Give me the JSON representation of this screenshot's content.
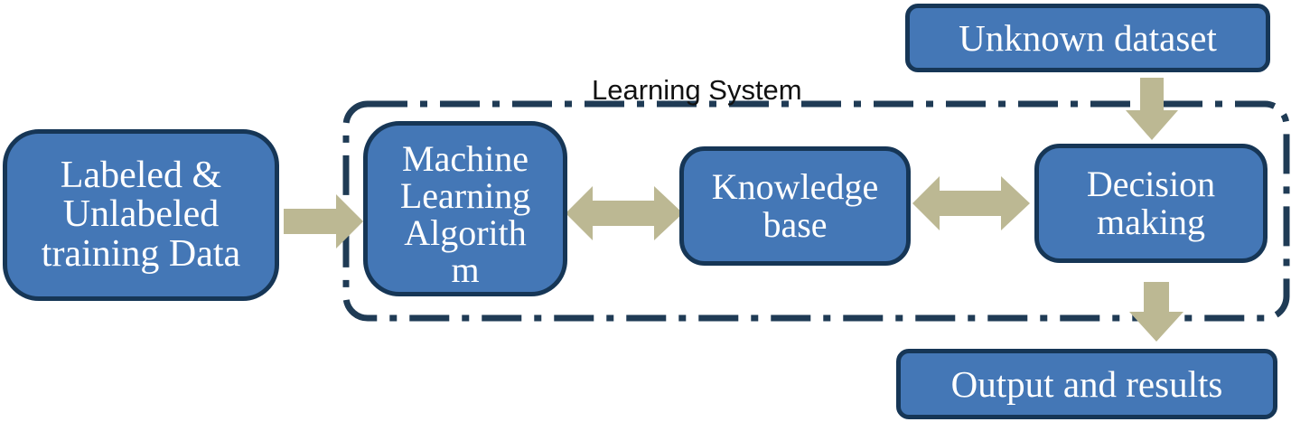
{
  "diagram": {
    "boundary_label": "Learning System",
    "nodes": {
      "training_data": "Labeled &\nUnlabeled\ntraining Data",
      "ml_algorithm": "Machine\nLearning\nAlgorith\nm",
      "knowledge_base": "Knowledge\nbase",
      "decision_making": "Decision\nmaking",
      "unknown_dataset": "Unknown dataset",
      "output_results": "Output and results"
    },
    "colors": {
      "box_fill": "#4477b6",
      "box_border": "#163656",
      "arrow": "#bcb893",
      "boundary": "#1f3b55"
    }
  }
}
